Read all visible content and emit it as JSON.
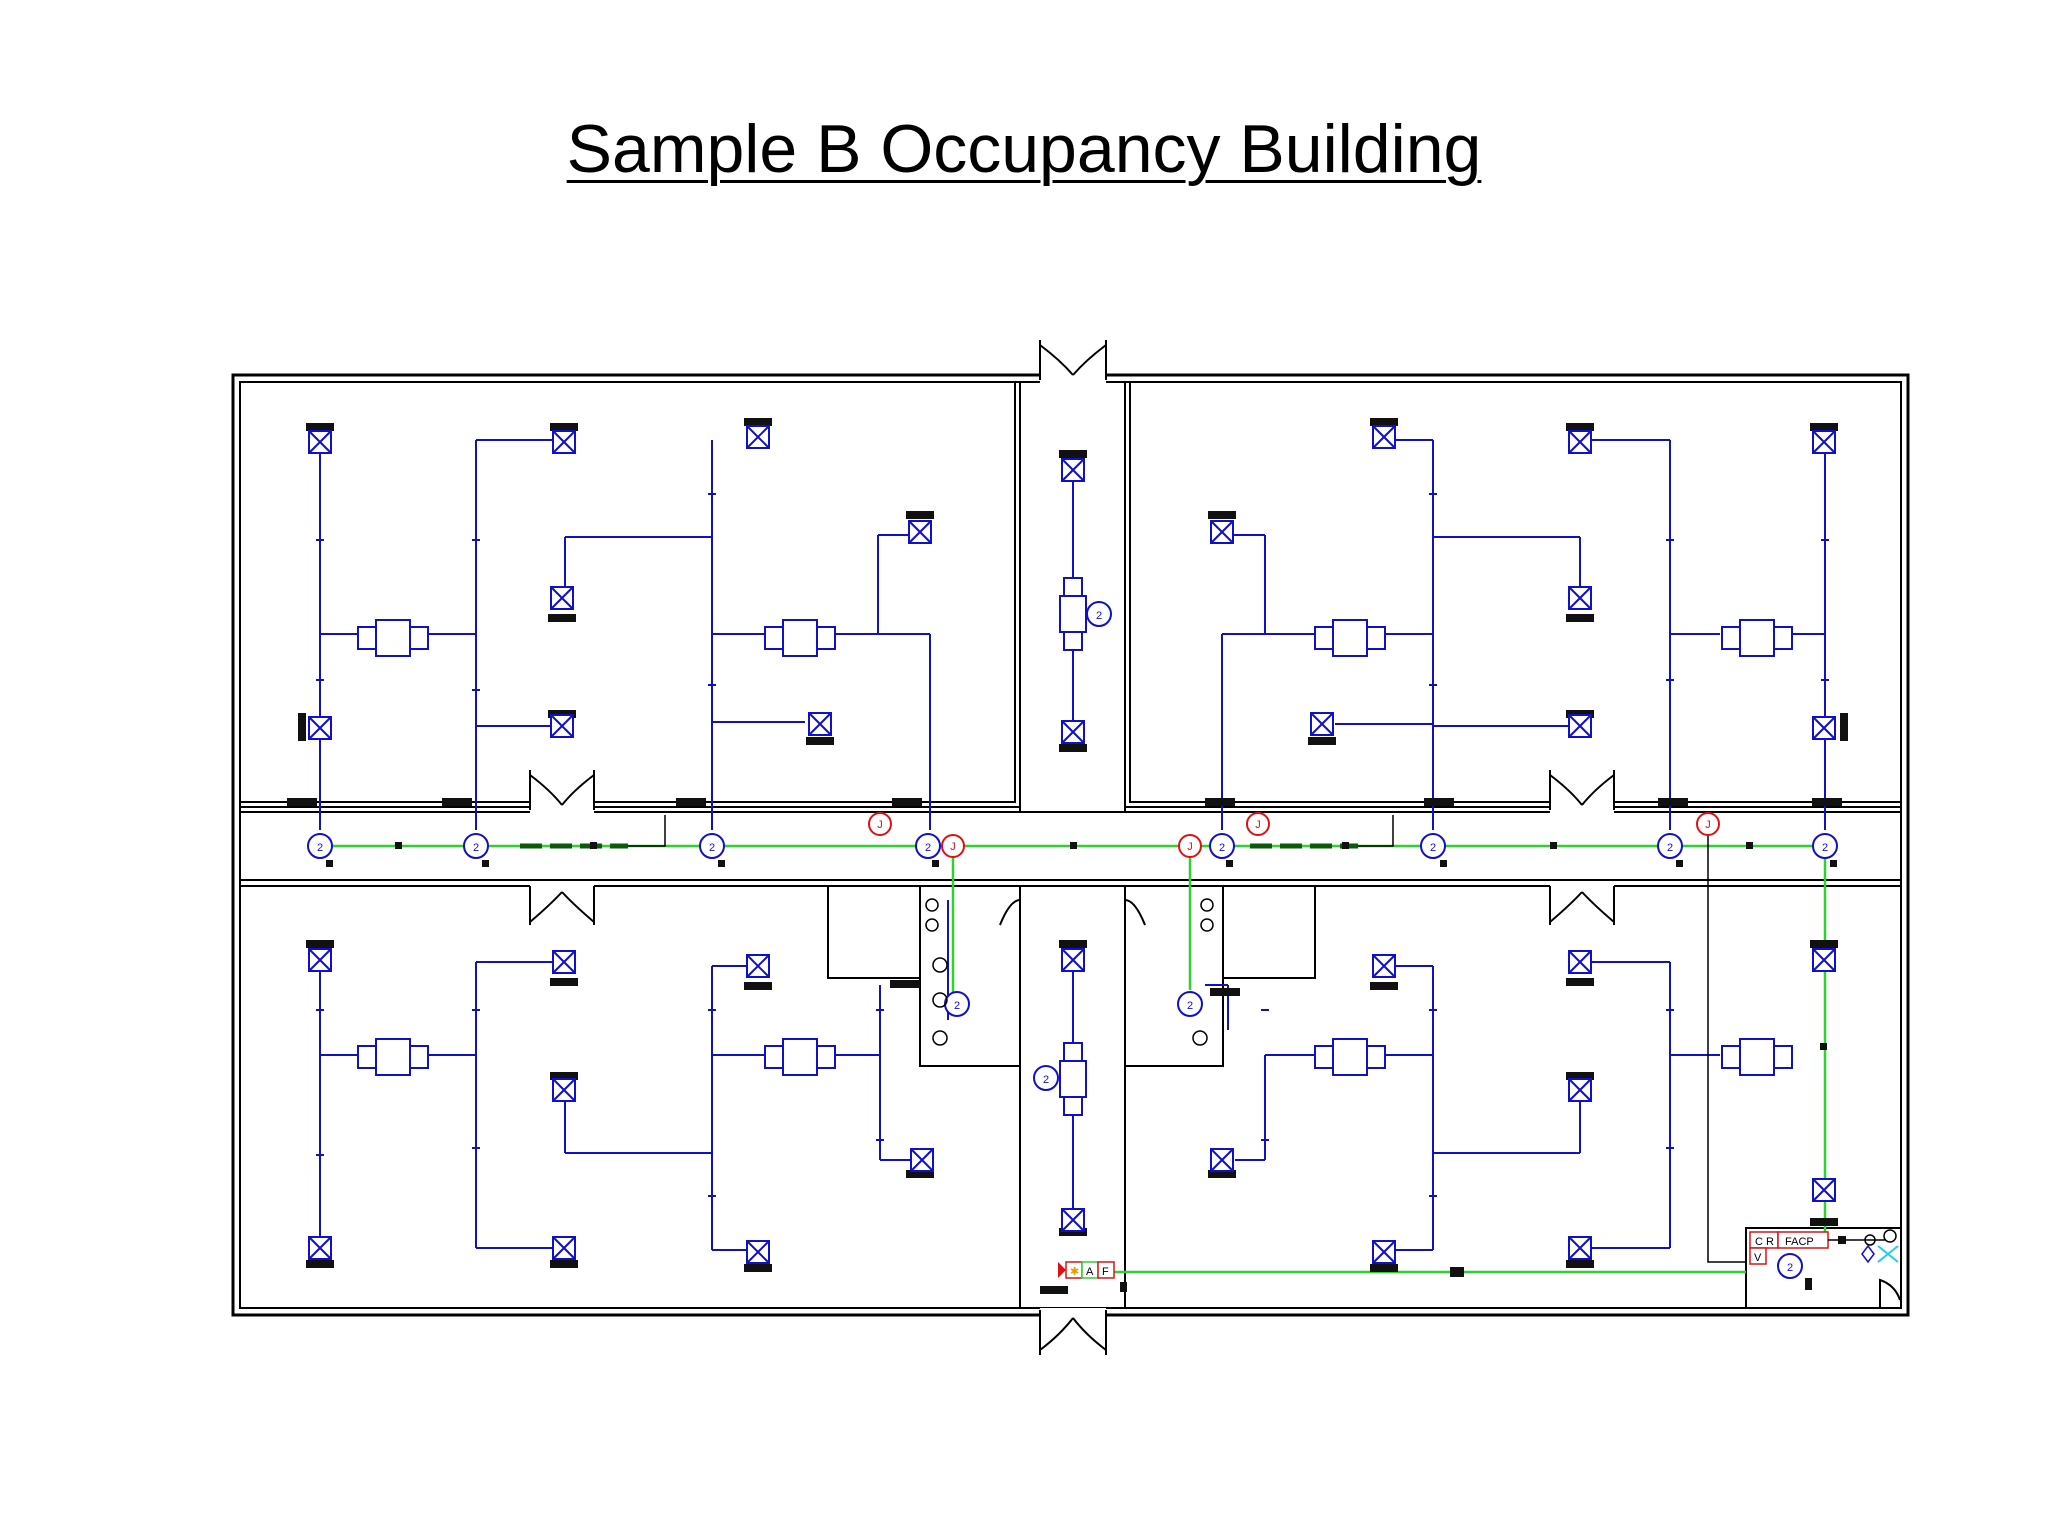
{
  "title": "Sample B Occupancy Building",
  "symbols": {
    "junction": "J",
    "smoke": "2",
    "panel": "FACP",
    "control_c": "C",
    "control_r": "R",
    "control_v": "V",
    "annunciator_a": "A",
    "annunciator_f": "F"
  },
  "colors": {
    "walls": "#000000",
    "circuit_blue": "#1010c8",
    "circuit_green": "#2ed12e",
    "device_red": "#e01010",
    "device_cyan": "#22ccee"
  },
  "icons": [
    "strobe-icon",
    "smoke-detector-icon",
    "junction-box-icon",
    "speaker-strobe-icon",
    "control-panel-icon"
  ]
}
